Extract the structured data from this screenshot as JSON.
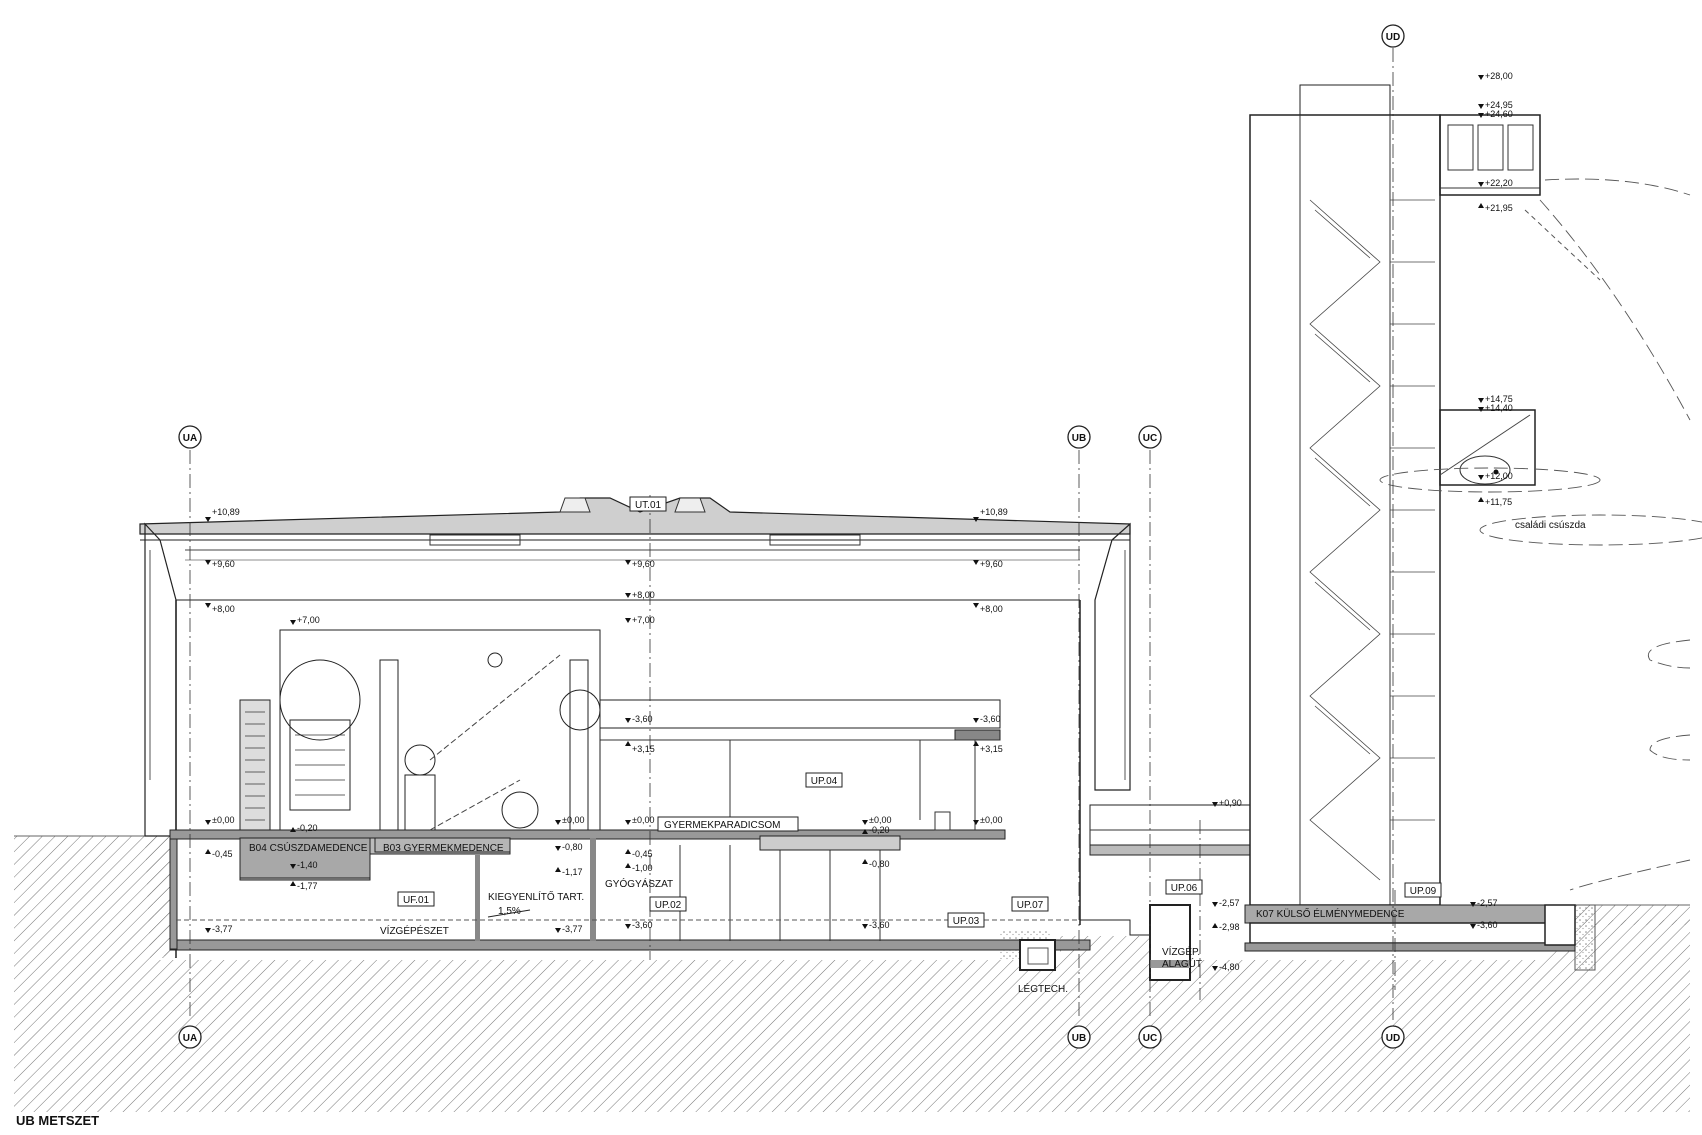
{
  "title": "UB METSZET",
  "axes": [
    {
      "id": "axis-ua",
      "label": "UA"
    },
    {
      "id": "axis-ub",
      "label": "UB"
    },
    {
      "id": "axis-uc",
      "label": "UC"
    },
    {
      "id": "axis-ud",
      "label": "UD"
    }
  ],
  "tags": {
    "ut01": "UT.01",
    "up04": "UP.04",
    "uf01": "UF.01",
    "up02": "UP.02",
    "up03": "UP.03",
    "up07": "UP.07",
    "up06": "UP.06",
    "up09": "UP.09"
  },
  "rooms": {
    "b04": "B04 CSÚSZDAMEDENCE",
    "b03": "B03 GYERMEKMEDENCE",
    "gyermekparadicsom": "GYERMEKPARADICSOM",
    "kiegyenlito": "KIEGYENLÍTŐ TART.",
    "slope": "1,5%",
    "gyogyaszat": "GYÓGYÁSZAT",
    "vizgepeszet": "VÍZGÉPÉSZET",
    "legtech": "LÉGTECH.",
    "vizgep1": "VÍZGÉP.",
    "vizgep2": "ALAGÚT",
    "k07": "K07 KÜLSŐ ÉLMÉNYMEDENCE",
    "csaladi": "családi csúszda"
  },
  "elevations": {
    "e_1089a": "+10,89",
    "e_1089b": "+10,89",
    "e_960a": "+9,60",
    "e_960b": "+9,60",
    "e_960c": "+9,60",
    "e_800a": "+8,00",
    "e_800b": "+8,00",
    "e_800c": "+8,00",
    "e_700a": "+7,00",
    "e_700b": "+7,00",
    "e_360a": "-3,60",
    "e_360b": "-3,60",
    "e_315a": "+3,15",
    "e_315b": "+3,15",
    "e_000a": "±0,00",
    "e_000b": "±0,00",
    "e_000c": "±0,00",
    "e_000d": "±0,00",
    "e_000e": "±0,00",
    "e_020": "-0,20",
    "e_020b": "-0,20",
    "e_045a": "-0,45",
    "e_045b": "-0,45",
    "e_080a": "-0,80",
    "e_080b": "-0,80",
    "e_100": "-1,00",
    "e_117": "-1,17",
    "e_140": "-1,40",
    "e_177": "-1,77",
    "e_377a": "-3,77",
    "e_377b": "-3,77",
    "e_360c": "-3,60",
    "e_090": "+0,90",
    "e_257a": "-2,57",
    "e_257b": "-2,57",
    "e_298": "-2,98",
    "e_480": "-4,80",
    "e_2800": "+28,00",
    "e_2495": "+24,95",
    "e_2460": "+24,60",
    "e_2220": "+22,20",
    "e_2195": "+21,95",
    "e_1475": "+14,75",
    "e_1440": "+14,40",
    "e_1200": "+12,00",
    "e_1175": "+11,75"
  }
}
